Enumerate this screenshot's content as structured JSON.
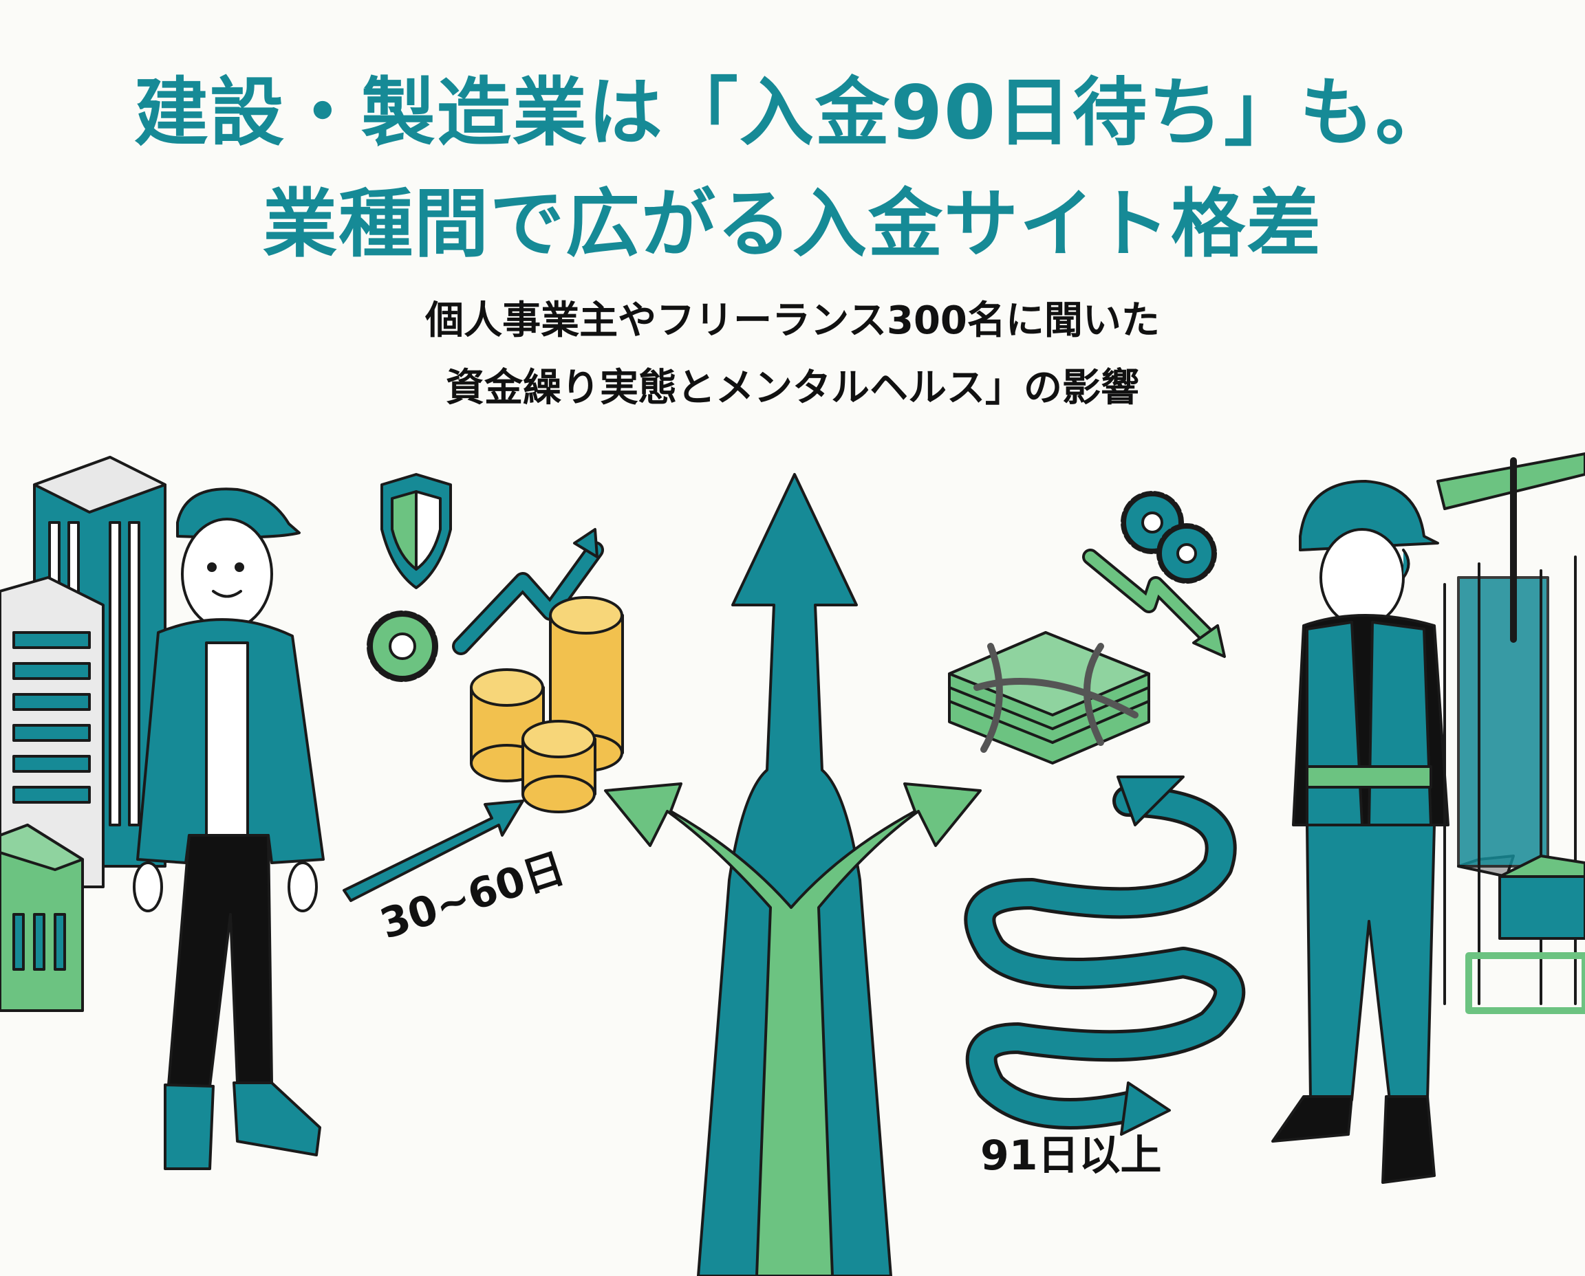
{
  "title": {
    "line1": "建設・製造業は「入金90日待ち」も。",
    "line2": "業種間で広がる入金サイト格差"
  },
  "subtitle": {
    "line1": "個人事業主やフリーランス300名に聞いた",
    "line2": "資金繰り実態とメンタルヘルス」の影響"
  },
  "labels": {
    "left": "30~60日",
    "right": "91日以上"
  },
  "colors": {
    "teal": "#168a96",
    "green": "#6cc381",
    "gold": "#f2c14e",
    "outline": "#1a1a1a"
  },
  "icons": [
    "building-icon",
    "person-icon",
    "shield-icon",
    "gear-icon",
    "coins-icon",
    "trend-up-arrow-icon",
    "branching-arrow-icon",
    "chained-money-icon",
    "winding-arrow-icon",
    "worker-icon",
    "crane-icon",
    "trend-down-arrow-icon"
  ]
}
